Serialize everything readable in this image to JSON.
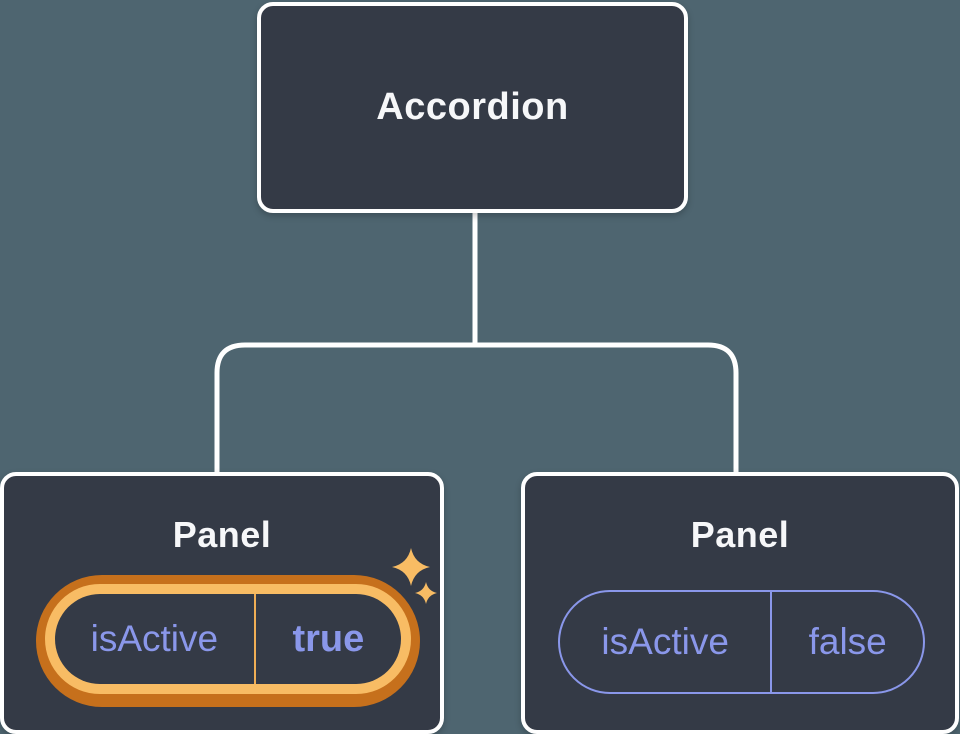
{
  "tree": {
    "root": {
      "label": "Accordion"
    },
    "children": [
      {
        "label": "Panel",
        "prop": {
          "name": "isActive",
          "value": "true"
        },
        "highlighted": true
      },
      {
        "label": "Panel",
        "prop": {
          "name": "isActive",
          "value": "false"
        },
        "highlighted": false
      }
    ]
  },
  "icons": {
    "sparkles": "four-point-sparkle-stars"
  },
  "colors": {
    "background": "#4E6570",
    "node_fill": "#343A46",
    "node_border": "#FFFFFF",
    "connector": "#FFFFFF",
    "title_text": "#F6F7F9",
    "state_text": "#8A97EA",
    "state_border": "#8A97EA",
    "highlight_ring_outer": "#C6701C",
    "highlight_ring_inner": "#F8BC64",
    "highlight_divider": "#F0AE55",
    "sparkle": "#F8BC64"
  }
}
